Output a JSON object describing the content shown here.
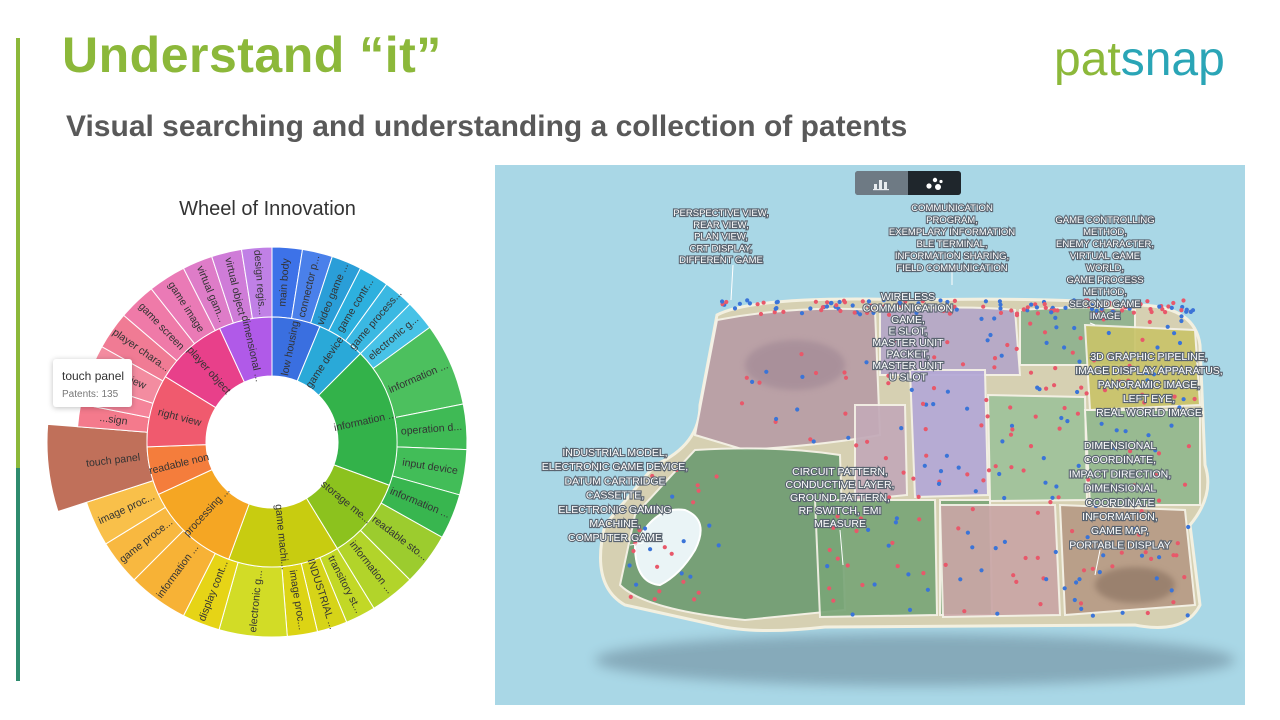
{
  "slide": {
    "title": "Understand “it”",
    "subtitle": "Visual searching and understanding a collection of patents",
    "logo_part1": "pat",
    "logo_part2": "snap",
    "accent_colors": [
      "#8cb83a",
      "#2e8b6e"
    ]
  },
  "wheel": {
    "title": "Wheel of Innovation",
    "tooltip": {
      "name": "touch panel",
      "count_text": "Patents: 135"
    }
  },
  "chart_data": {
    "type": "sunburst",
    "title": "Wheel of Innovation",
    "inner_ring": [
      {
        "label": "low housing",
        "color": "#3a6fe0"
      },
      {
        "label": "game device",
        "color": "#2aa9d8"
      },
      {
        "label": "information ...",
        "color": "#33b24a"
      },
      {
        "label": "storage me...",
        "color": "#8cc21e"
      },
      {
        "label": "game machi...",
        "color": "#c8cc10"
      },
      {
        "label": "processing ...",
        "color": "#f5a623"
      },
      {
        "label": "readable non",
        "color": "#f47d3c"
      },
      {
        "label": "right view",
        "color": "#f05a6e"
      },
      {
        "label": "player object",
        "color": "#e8408a"
      },
      {
        "label": "dimensional ...",
        "color": "#b05ae8"
      }
    ],
    "outer_ring": [
      {
        "label": "main body",
        "color": "#3d72e8"
      },
      {
        "label": "connector p...",
        "color": "#4a80ea"
      },
      {
        "label": "video game ...",
        "color": "#2a9ed8"
      },
      {
        "label": "game contr...",
        "color": "#2db0de"
      },
      {
        "label": "game process...",
        "color": "#3ab8e2"
      },
      {
        "label": "electronic g...",
        "color": "#47c2e6"
      },
      {
        "label": "information ...",
        "color": "#4cc05e"
      },
      {
        "label": "operation d...",
        "color": "#3fba55"
      },
      {
        "label": "input device",
        "color": "#42bd58"
      },
      {
        "label": "information ...",
        "color": "#38b64f"
      },
      {
        "label": "readable sto...",
        "color": "#9ccc2e"
      },
      {
        "label": "information ...",
        "color": "#b2d42a"
      },
      {
        "label": "transitory st...",
        "color": "#c2d826"
      },
      {
        "label": "INDUSTRIAL ...",
        "color": "#d6d418"
      },
      {
        "label": "image proc...",
        "color": "#dcd414"
      },
      {
        "label": "electronic g...",
        "color": "#d2dc26"
      },
      {
        "label": "display cont...",
        "color": "#e6d416"
      },
      {
        "label": "information ...",
        "color": "#f7b236"
      },
      {
        "label": "game proce...",
        "color": "#f8b840"
      },
      {
        "label": "image proc...",
        "color": "#f9c04a"
      },
      {
        "label": "touch panel",
        "color": "#c0705a"
      },
      {
        "label": "...sign",
        "color": "#f47a8c"
      },
      {
        "label": "...n",
        "color": "#f5849a"
      },
      {
        "label": "plan view",
        "color": "#f38ca0"
      },
      {
        "label": "player chara...",
        "color": "#f07b94"
      },
      {
        "label": "game screen",
        "color": "#ef7aa8"
      },
      {
        "label": "game image",
        "color": "#ea7ab6"
      },
      {
        "label": "virtual gam...",
        "color": "#de7cc8"
      },
      {
        "label": "virtual object",
        "color": "#cf7cd8"
      },
      {
        "label": "design regis...",
        "color": "#c080e6"
      }
    ]
  },
  "patent_map": {
    "toggle": {
      "left_icon": "bar-chart-icon",
      "right_icon": "cluster-dots-icon",
      "active": "right"
    },
    "labels": [
      {
        "lines": [
          "PERSPECTIVE VIEW,",
          "REAR VIEW,",
          "PLAN VIEW,",
          "CRT DISPLAY,",
          "DIFFERENT GAME"
        ]
      },
      {
        "lines": [
          "COMMUNICATION",
          "PROGRAM,",
          "EXEMPLARY INFORMATION",
          "BLE TERMINAL,",
          "INFORMATION SHARING,",
          "FIELD COMMUNICATION"
        ]
      },
      {
        "lines": [
          "GAME CONTROLLING",
          "METHOD,",
          "ENEMY CHARACTER,",
          "VIRTUAL GAME",
          "WORLD,",
          "GAME PROCESS",
          "METHOD,",
          "SECOND GAME",
          "IMAGE"
        ]
      },
      {
        "lines": [
          "WIRELESS",
          "COMMUNICATION",
          "GAME,",
          "E SLOT,",
          "MASTER UNIT",
          "PACKET,",
          "MASTER UNIT",
          "U SLOT"
        ]
      },
      {
        "lines": [
          "3D GRAPHIC PIPELINE,",
          "IMAGE DISPLAY APPARATUS,",
          "PANORAMIC IMAGE,",
          "LEFT EYE,",
          "REAL WORLD IMAGE"
        ]
      },
      {
        "lines": [
          "INDUSTRIAL MODEL,",
          "ELECTRONIC GAME DEVICE,",
          "DATUM CARTRIDGE",
          "CASSETTE,",
          "ELECTRONIC GAMING",
          "MACHINE,",
          "COMPUTER GAME"
        ]
      },
      {
        "lines": [
          "CIRCUIT PATTERN,",
          "CONDUCTIVE LAYER,",
          "GROUND PATTERN,",
          "RF SWITCH, EMI",
          "MEASURE"
        ]
      },
      {
        "lines": [
          "DIMENSIONAL",
          "COORDINATE,",
          "IMPACT DIRECTION,",
          "DIMENSIONAL",
          "COORDINATE",
          "INFORMATION,",
          "GAME MAP,",
          "PORTABLE DISPLAY"
        ]
      }
    ],
    "dot_colors": [
      "#e8586a",
      "#3a74d8"
    ]
  }
}
